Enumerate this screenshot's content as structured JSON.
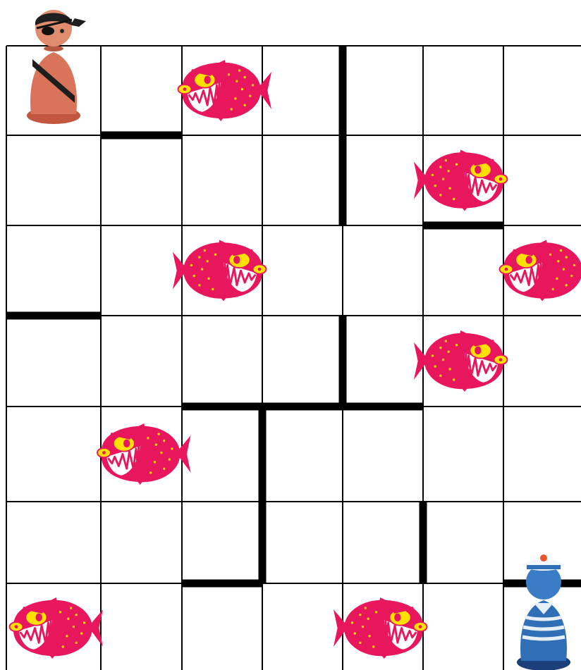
{
  "board": {
    "rows": 7,
    "cols": 7,
    "background": "#ffffff",
    "grid_color": "#000000",
    "wall_color": "#000000"
  },
  "pieces": {
    "pirate": {
      "name": "pirate",
      "icon": "pirate-pawn-icon",
      "row": 0,
      "col": 0,
      "body_color": "#d9745a",
      "bandana_color": "#1f1f1f"
    },
    "sailor": {
      "name": "sailor",
      "icon": "sailor-pawn-icon",
      "row": 6,
      "col": 6,
      "body_color": "#2f6fb7",
      "stripe_color": "#e6eef8",
      "pompom_color": "#e8552f"
    }
  },
  "piranhas": {
    "icon": "piranha-icon",
    "body_color": "#e8175d",
    "eye_color": "#ffe000",
    "cells": [
      {
        "row": 0,
        "col": 2,
        "facing": "left"
      },
      {
        "row": 1,
        "col": 5,
        "facing": "right"
      },
      {
        "row": 2,
        "col": 2,
        "facing": "right"
      },
      {
        "row": 2,
        "col": 6,
        "facing": "left"
      },
      {
        "row": 3,
        "col": 5,
        "facing": "right"
      },
      {
        "row": 4,
        "col": 1,
        "facing": "left"
      },
      {
        "row": 6,
        "col": 0,
        "facing": "left"
      },
      {
        "row": 6,
        "col": 4,
        "facing": "right"
      }
    ]
  },
  "walls": {
    "horizontal": [
      {
        "row": 1,
        "col": 1
      },
      {
        "row": 2,
        "col": 5
      },
      {
        "row": 3,
        "col": 0
      },
      {
        "row": 4,
        "col": 2
      },
      {
        "row": 4,
        "col": 3
      },
      {
        "row": 4,
        "col": 4
      },
      {
        "row": 6,
        "col": 2
      },
      {
        "row": 6,
        "col": 6
      }
    ],
    "vertical": [
      {
        "row": 0,
        "col": 4
      },
      {
        "row": 1,
        "col": 4
      },
      {
        "row": 3,
        "col": 4
      },
      {
        "row": 4,
        "col": 3
      },
      {
        "row": 5,
        "col": 3
      },
      {
        "row": 5,
        "col": 5
      }
    ]
  }
}
